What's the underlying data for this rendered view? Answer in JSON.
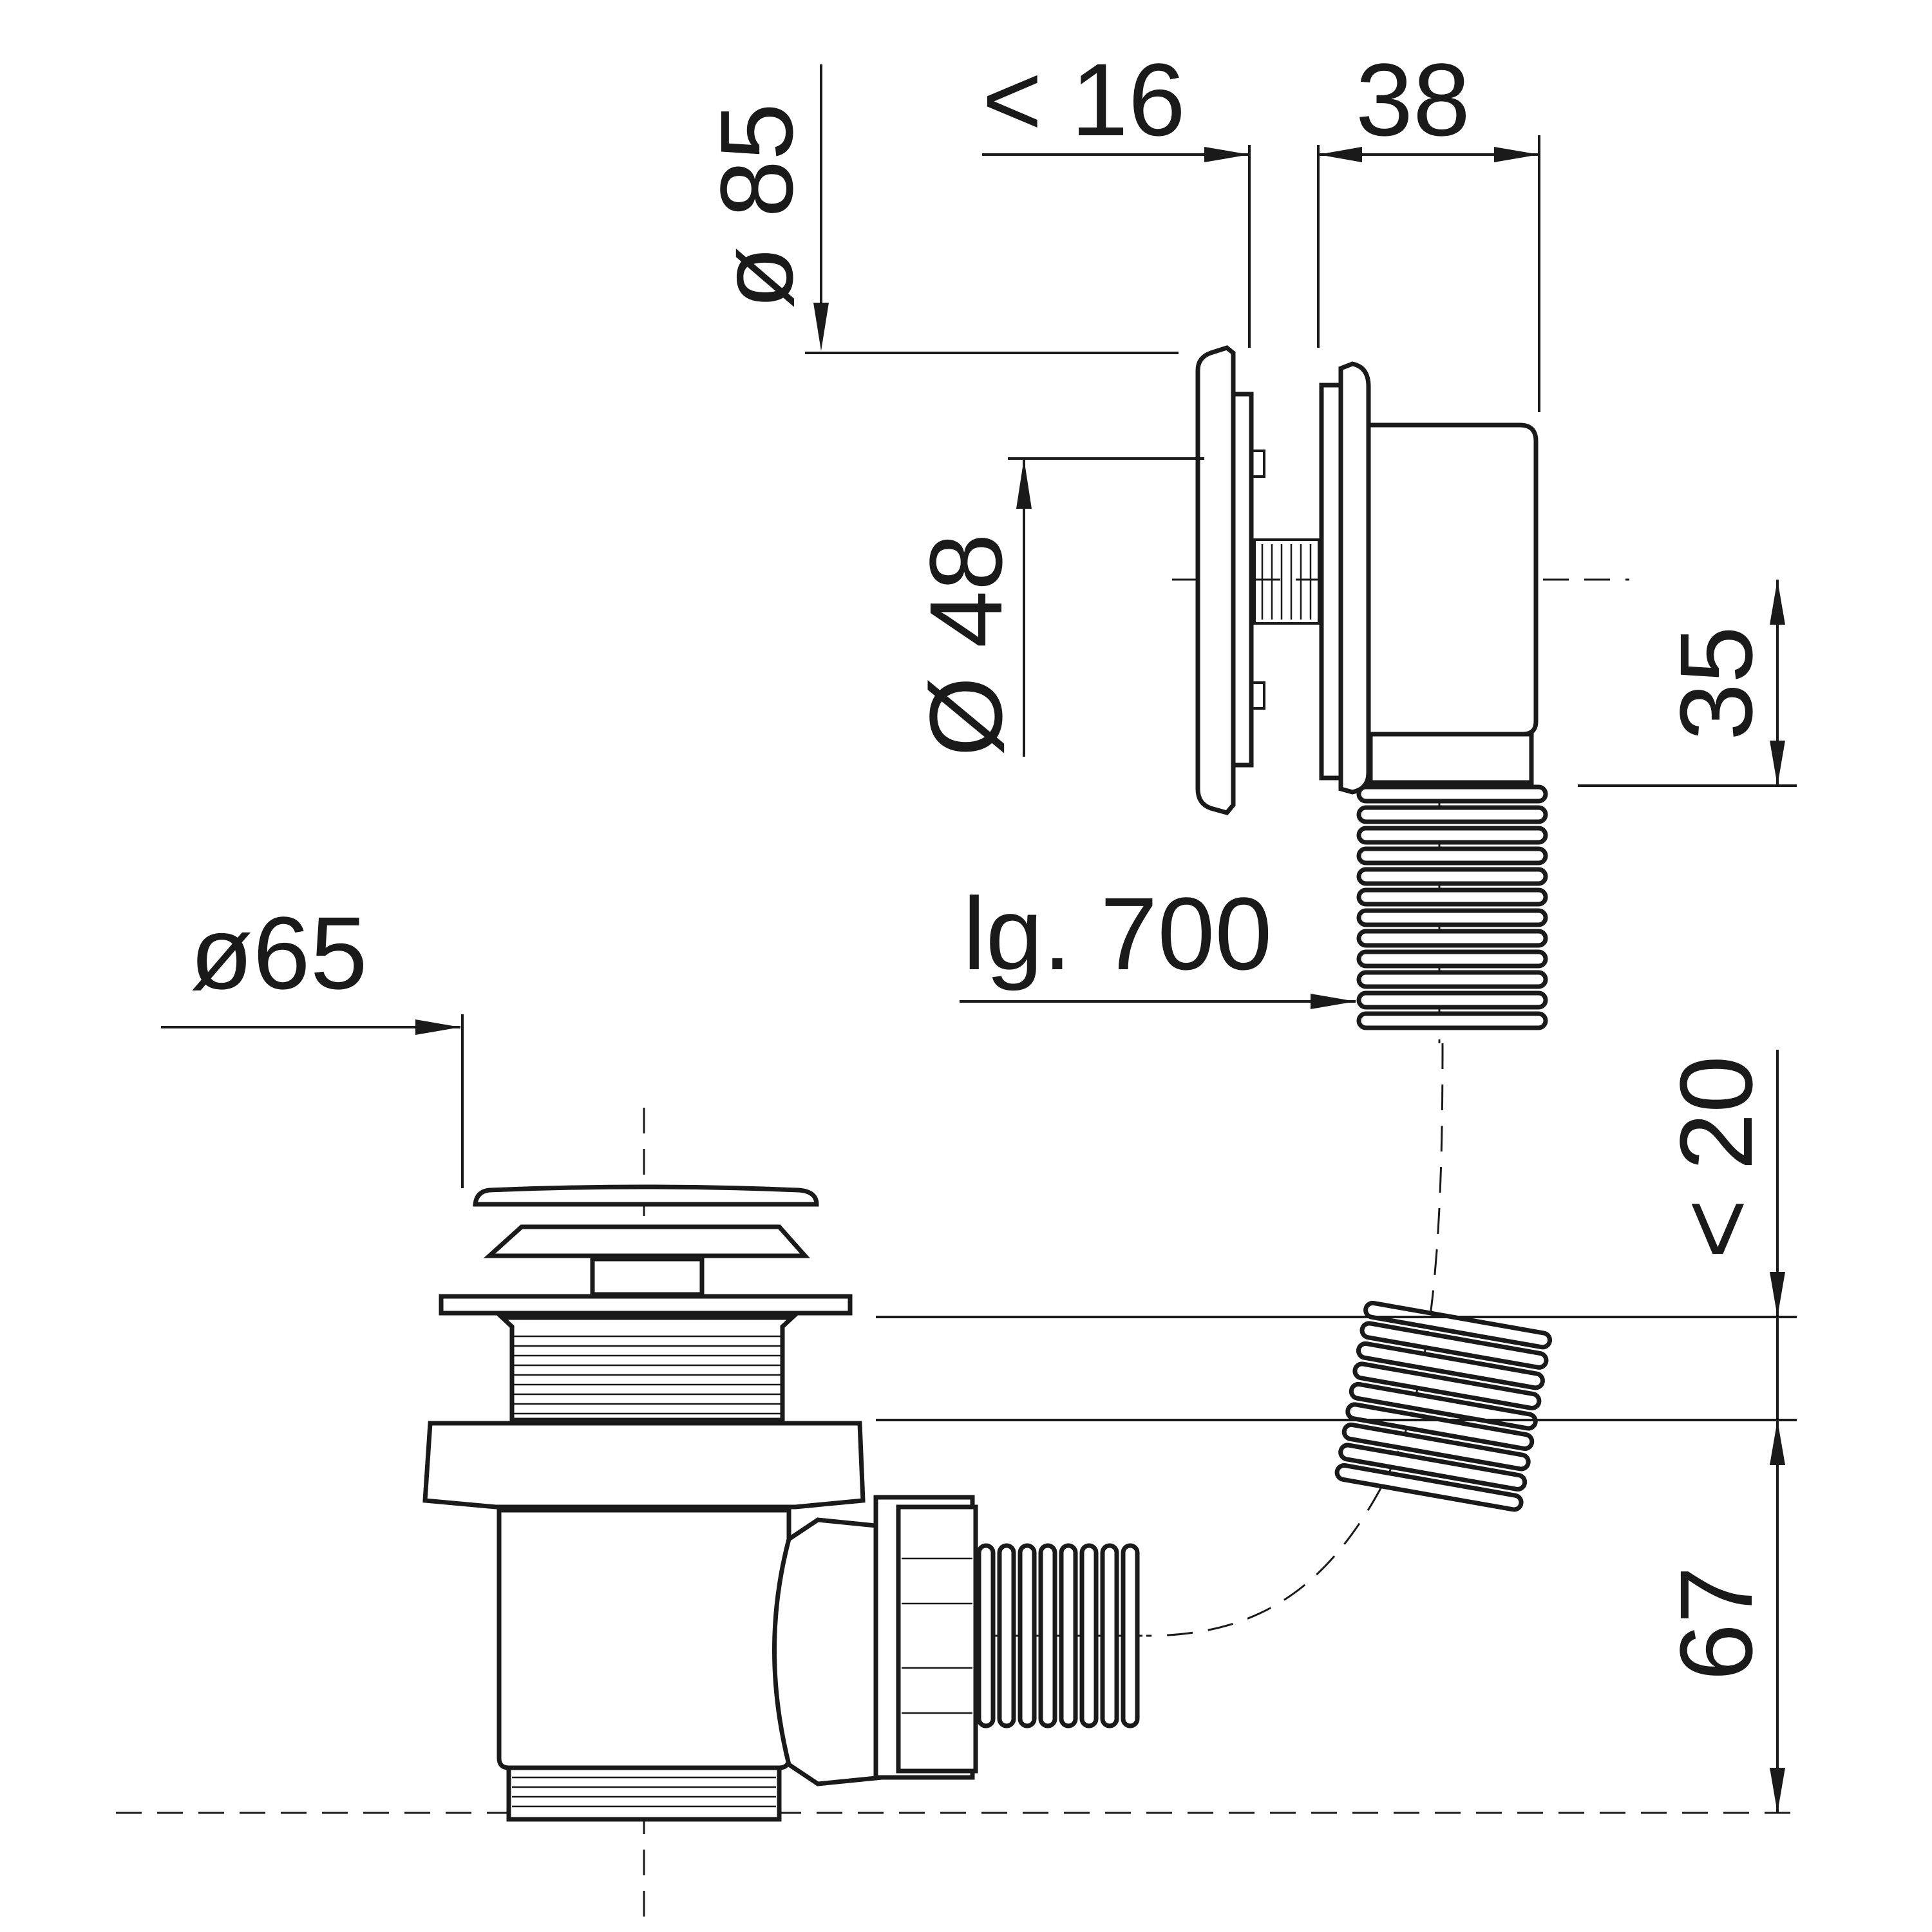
{
  "dimensions": {
    "overflow_plate_diameter": "ø 85",
    "plate_max_thickness": "< 16",
    "overflow_depth": "38",
    "overflow_inner_diameter": "Ø 48",
    "overflow_height": "35",
    "hose_length": "lg. 700",
    "waste_diameter": "ø65",
    "waste_max_offset": "< 20",
    "waste_height": "67"
  },
  "colors": {
    "line": "#1a1a1a",
    "background": "#ffffff"
  }
}
